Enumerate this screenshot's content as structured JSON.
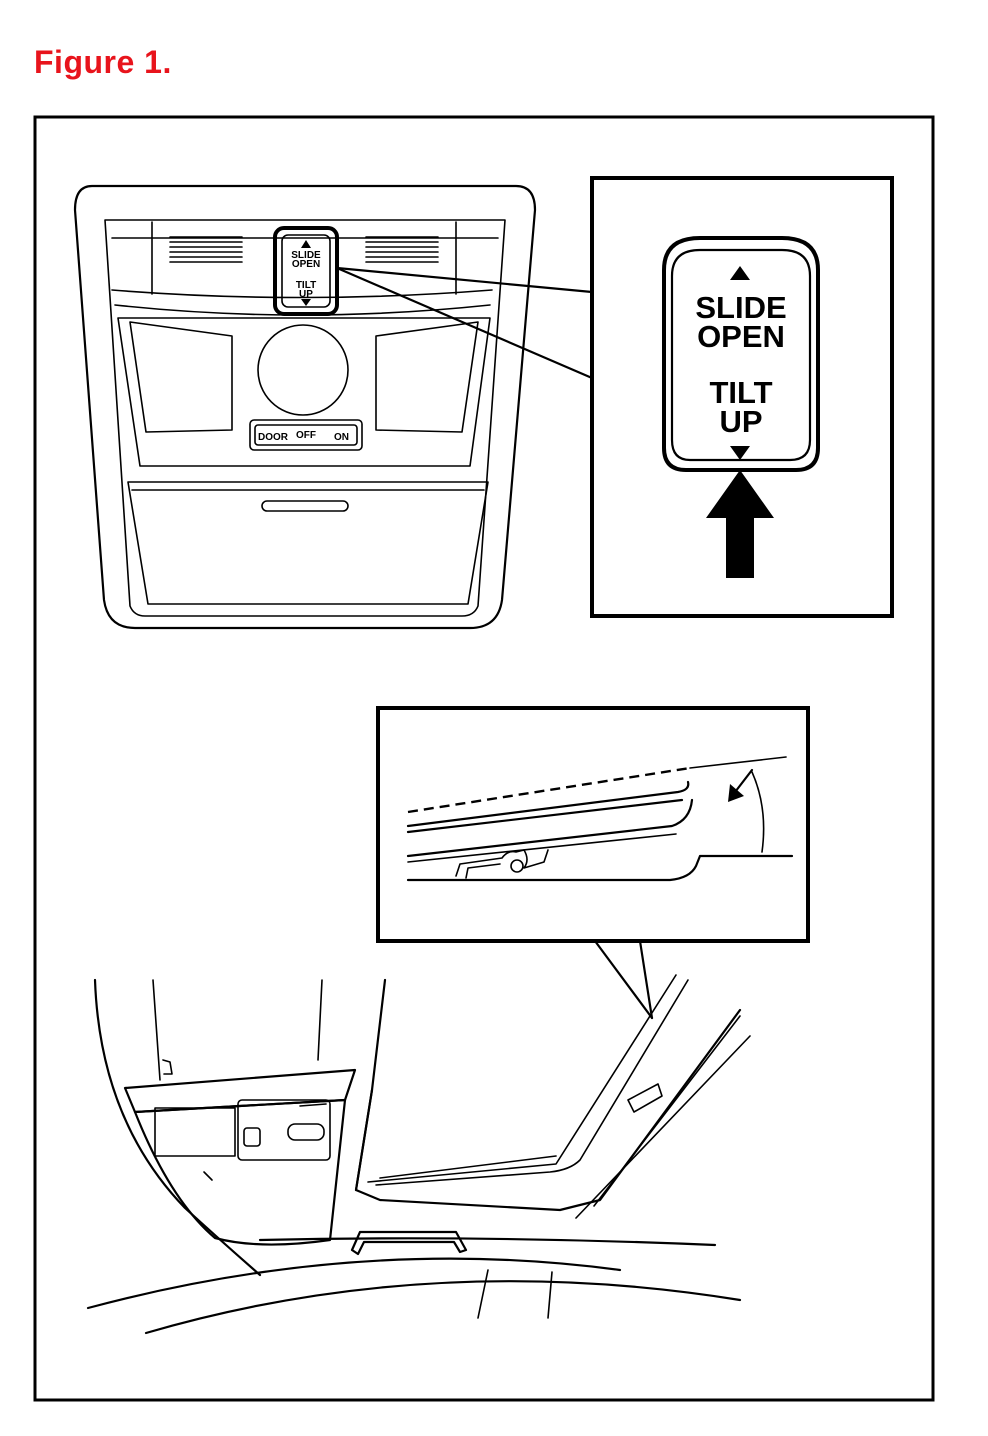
{
  "caption": "Figure 1.",
  "console": {
    "switch_top": "SLIDE",
    "switch_top2": "OPEN",
    "switch_bottom": "TILT",
    "switch_bottom2": "UP",
    "lamp_door": "DOOR",
    "lamp_off": "OFF",
    "lamp_on": "ON"
  },
  "zoom": {
    "line1": "SLIDE",
    "line2": "OPEN",
    "line3": "TILT",
    "line4": "UP"
  },
  "icons": [
    "up-triangle-icon",
    "down-triangle-icon",
    "push-arrow-icon",
    "tilt-arrow-icon"
  ]
}
